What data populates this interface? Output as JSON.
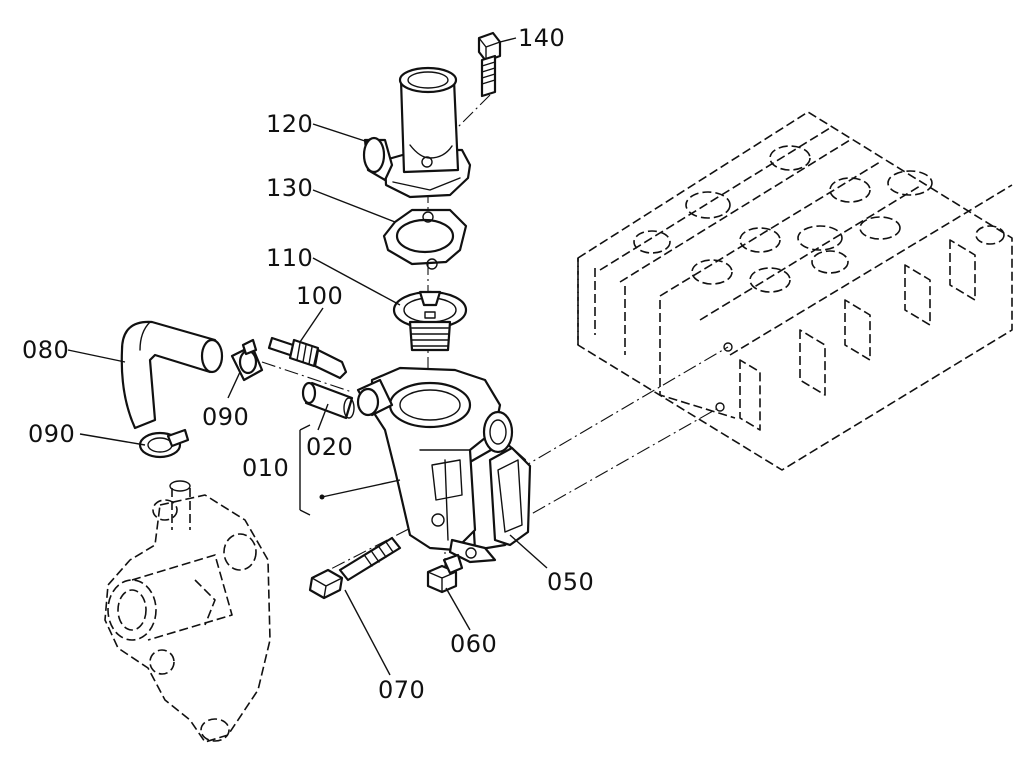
{
  "callouts": {
    "p010": "010",
    "p020": "020",
    "p050": "050",
    "p060": "060",
    "p070": "070",
    "p080": "080",
    "p090_upper": "090",
    "p090_lower": "090",
    "p100": "100",
    "p110": "110",
    "p120": "120",
    "p130": "130",
    "p140": "140"
  }
}
